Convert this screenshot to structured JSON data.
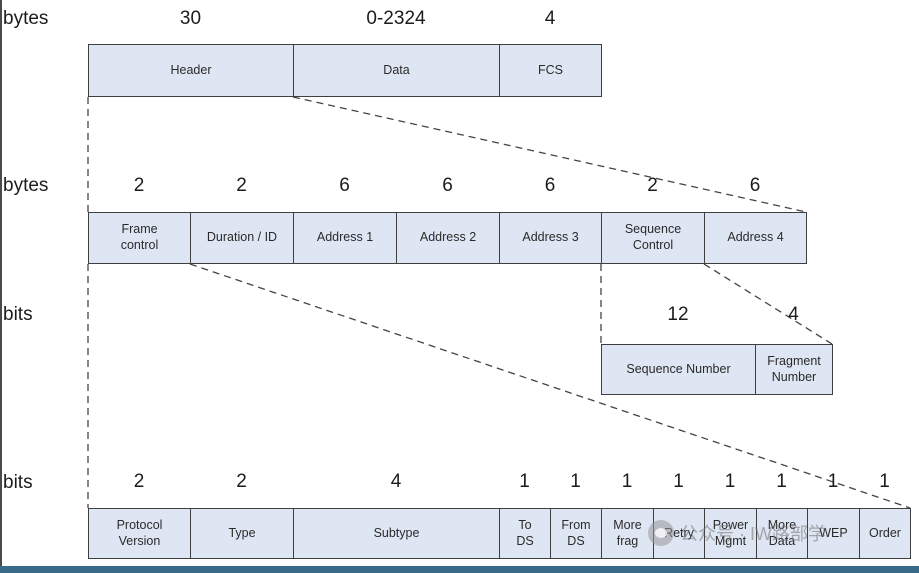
{
  "diagram": {
    "units": {
      "bytes_1": "bytes",
      "bytes_2": "bytes",
      "bits_1": "bits",
      "bits_2": "bits"
    },
    "row1": {
      "sizes": [
        "30",
        "0-2324",
        "4"
      ],
      "fields": [
        "Header",
        "Data",
        "FCS"
      ]
    },
    "row2": {
      "sizes": [
        "2",
        "2",
        "6",
        "6",
        "6",
        "2",
        "6"
      ],
      "fields": [
        "Frame\ncontrol",
        "Duration / ID",
        "Address 1",
        "Address 2",
        "Address 3",
        "Sequence\nControl",
        "Address 4"
      ]
    },
    "row3": {
      "sizes": [
        "12",
        "4"
      ],
      "fields": [
        "Sequence Number",
        "Fragment\nNumber"
      ]
    },
    "row4": {
      "sizes": [
        "2",
        "2",
        "4",
        "1",
        "1",
        "1",
        "1",
        "1",
        "1",
        "1",
        "1"
      ],
      "fields": [
        "Protocol\nVersion",
        "Type",
        "Subtype",
        "To\nDS",
        "From\nDS",
        "More\nfrag",
        "Retry",
        "Power\nMgmt",
        "More\nData",
        "WEP",
        "Order"
      ]
    },
    "colors": {
      "cell_fill": "#dfe6f3",
      "cell_border": "#3f3f3f",
      "connector": "#444444"
    }
  },
  "watermark": {
    "text": "公众号 · IW路部学"
  }
}
